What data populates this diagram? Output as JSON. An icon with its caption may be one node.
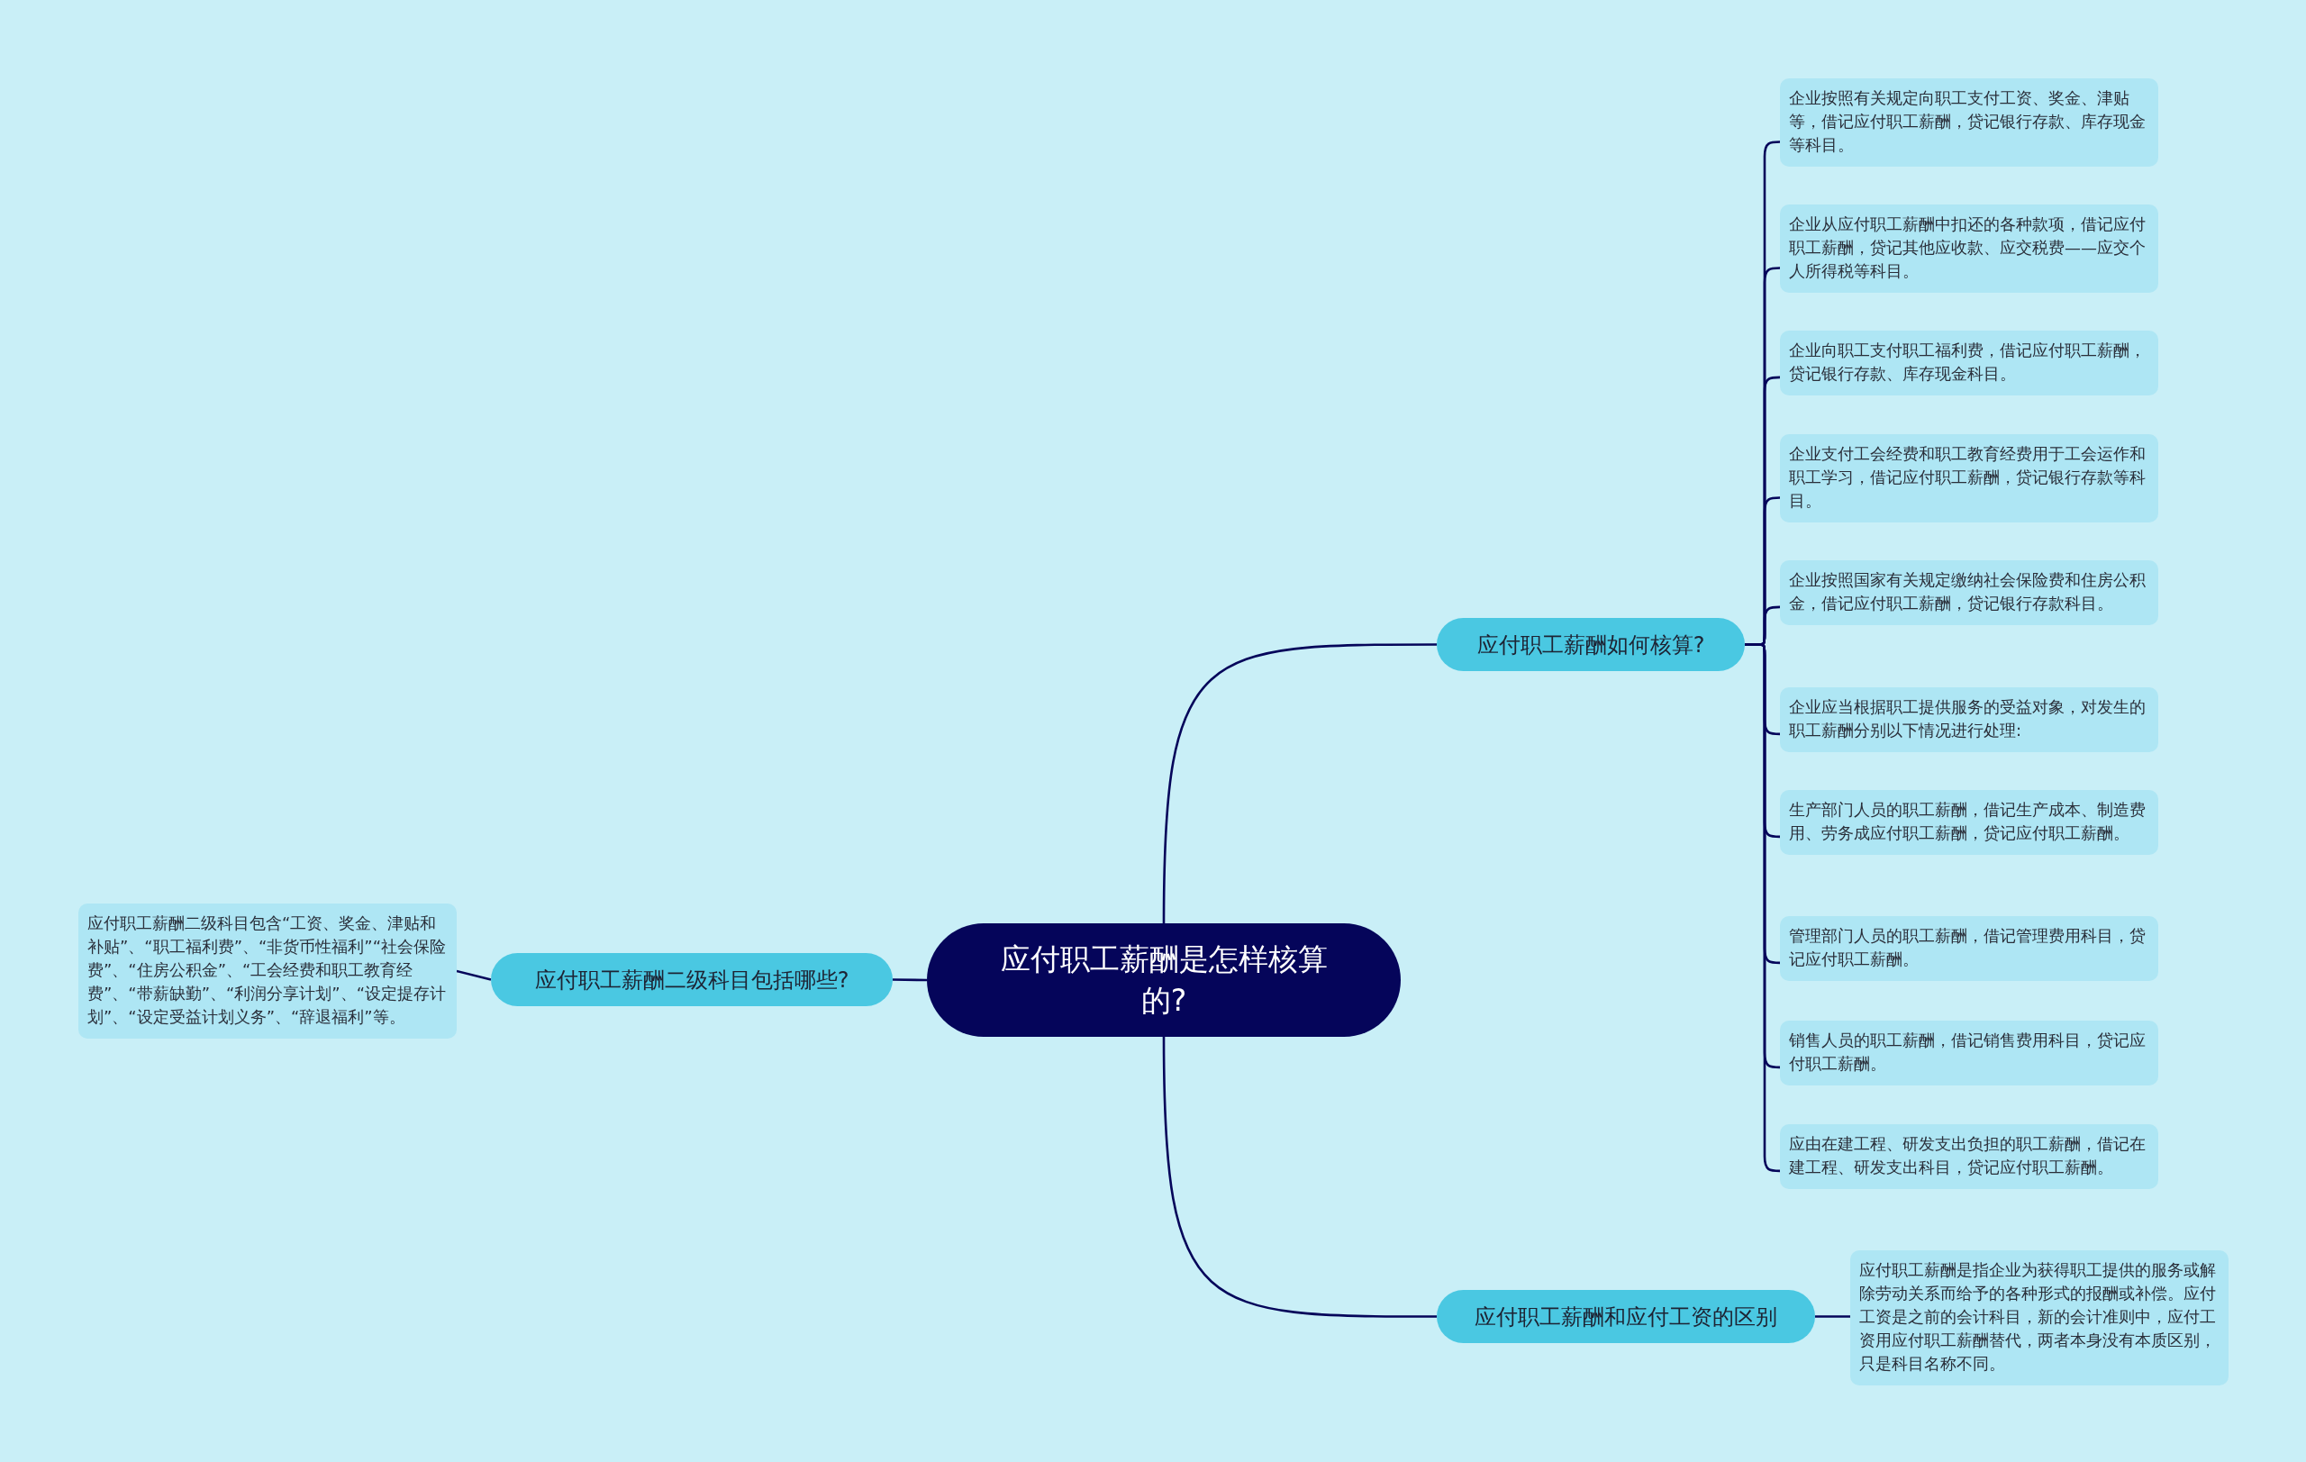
{
  "diagram": {
    "nodes": [
      {
        "text": [
          "应付职工薪酬是怎样核算的?"
        ]
      },
      {
        "text": [
          "应付职工薪酬如何核算?"
        ]
      },
      {
        "text": [
          "企业按照有关规定向职工支付工资、奖金、津贴等，借记应付职工薪酬，贷记银行存款、库存现金等科目。"
        ]
      },
      {
        "text": [
          "企业从应付职工薪酬中扣还的各种款项，借记应付职工薪酬，贷记其他应收款、应交税费——应交个人所得税等科目。"
        ]
      },
      {
        "text": [
          "企业向职工支付职工福利费，借记应付职工薪酬，贷记银行存款、库存现金科目。"
        ]
      },
      {
        "text": [
          "企业支付工会经费和职工教育经费用于工会运作和职工学习，借记应付职工薪酬，贷记银行存款等科目。"
        ]
      },
      {
        "text": [
          "企业按照国家有关规定缴纳社会保险费和住房公积金，借记应付职工薪酬，贷记银行存款科目。"
        ]
      },
      {
        "text": [
          "企业应当根据职工提供服务的受益对象，对发生的职工薪酬分别以下情况进行处理:"
        ]
      },
      {
        "text": [
          "生产部门人员的职工薪酬，借记生产成本、制造费用、劳务成应付职工薪酬，贷记应付职工薪酬。"
        ]
      },
      {
        "text": [
          "管理部门人员的职工薪酬，借记管理费用科目，贷记应付职工薪酬。"
        ]
      },
      {
        "text": [
          "销售人员的职工薪酬，借记销售费用科目，贷记应付职工薪酬。"
        ]
      },
      {
        "text": [
          "应由在建工程、研发支出负担的职工薪酬，借记在建工程、研发支出科目，贷记应付职工薪酬。"
        ]
      },
      {
        "text": [
          "应付职工薪酬二级科目包括哪些?"
        ]
      },
      {
        "text": [
          "应付职工薪酬二级科目包含“工资、奖金、津贴和补贴”、“职工福利费”、“非货币性福利”“社会保险费”、“住房公积金”、“工会经费和职工教育经费”、“带薪缺勤”、“利润分享计划”、“设定提存计划”、“设定受益计划义务”、“辞退福利”等。"
        ]
      },
      {
        "text": [
          "应付职工薪酬和应付工资的区别"
        ]
      },
      {
        "text": [
          "应付职工薪酬是指企业为获得职工提供的服务或解除劳动关系而给予的各种形式的报酬或补偿。应付工资是之前的会计科目，新的会计准则中，应付工资用应付职工薪酬替代，两者本身没有本质区别，只是科目名称不同。"
        ]
      }
    ],
    "edges": [
      {
        "from": 0,
        "to": 1,
        "arrow": "none"
      },
      {
        "from": 1,
        "to": 2,
        "arrow": "none"
      },
      {
        "from": 1,
        "to": 3,
        "arrow": "none"
      },
      {
        "from": 1,
        "to": 4,
        "arrow": "none"
      },
      {
        "from": 1,
        "to": 5,
        "arrow": "none"
      },
      {
        "from": 1,
        "to": 6,
        "arrow": "none"
      },
      {
        "from": 1,
        "to": 7,
        "arrow": "none"
      },
      {
        "from": 1,
        "to": 8,
        "arrow": "none"
      },
      {
        "from": 1,
        "to": 9,
        "arrow": "none"
      },
      {
        "from": 1,
        "to": 10,
        "arrow": "none"
      },
      {
        "from": 1,
        "to": 11,
        "arrow": "none"
      },
      {
        "from": 0,
        "to": 12,
        "arrow": "none"
      },
      {
        "from": 12,
        "to": 13,
        "arrow": "none"
      },
      {
        "from": 0,
        "to": 14,
        "arrow": "none"
      },
      {
        "from": 14,
        "to": 15,
        "arrow": "none"
      }
    ]
  }
}
